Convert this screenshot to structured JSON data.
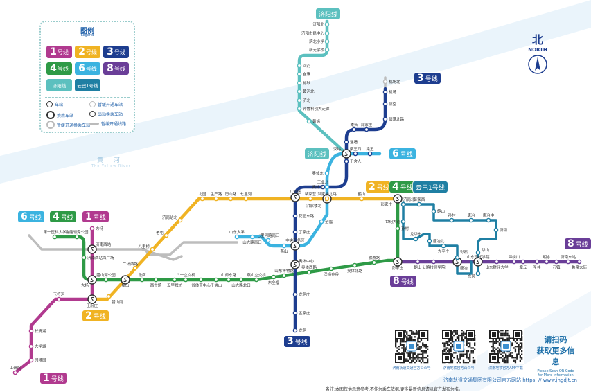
{
  "colors": {
    "line1": "#b13a8f",
    "line2": "#f0b323",
    "line3": "#1d3d8f",
    "line4": "#2e9a46",
    "line6": "#3bb3e0",
    "line8": "#6a3e98",
    "jiyang": "#5cc0bf",
    "yunba": "#1f7fa3",
    "future": "#bdbdbd",
    "river": "#eaf4fb"
  },
  "legend": {
    "title": "图例",
    "subtitle": "Legend",
    "lines": [
      {
        "num": "1",
        "label": "号线",
        "color": "#b13a8f"
      },
      {
        "num": "2",
        "label": "号线",
        "color": "#f0b323"
      },
      {
        "num": "3",
        "label": "号线",
        "color": "#1d3d8f"
      },
      {
        "num": "4",
        "label": "号线",
        "color": "#2e9a46"
      },
      {
        "num": "6",
        "label": "号线",
        "color": "#3bb3e0"
      },
      {
        "num": "8",
        "label": "号线",
        "color": "#6a3e98"
      },
      {
        "num": "",
        "label": "济阳线",
        "color": "#5cc0bf"
      },
      {
        "num": "",
        "label": "云巴1号线",
        "color": "#1f7fa3"
      }
    ],
    "symbols": [
      {
        "label": "车站",
        "icon": "station-icon"
      },
      {
        "label": "暂缓开通车站",
        "icon": "suspended-station-icon"
      },
      {
        "label": "换乘车站",
        "icon": "transfer-station-icon"
      },
      {
        "label": "出站换乘车站",
        "icon": "out-of-station-transfer-icon"
      },
      {
        "label": "暂缓开通换乘车站",
        "icon": "suspended-transfer-icon"
      },
      {
        "label": "暂缓开通线路",
        "icon": "suspended-line-icon"
      }
    ]
  },
  "north": {
    "label": "北",
    "sub": "NORTH"
  },
  "river": {
    "name": "黄  河",
    "en": "The Yellow River"
  },
  "badges": {
    "jiyang": "济阳线",
    "line3": "号线",
    "line6": "号线",
    "line2": "号线",
    "line4": "号线",
    "yunba": "云巴1号线",
    "line1": "号线",
    "line8": "号线",
    "n1": "1",
    "n2": "2",
    "n3": "3",
    "n4": "4",
    "n6": "6",
    "n8": "8"
  },
  "stations": {
    "jiyang": [
      "济阳北",
      "济阳市民中心",
      "济北小学",
      "新元学校",
      "回河",
      "崔寨",
      "孙耿",
      "黄河北",
      "济北",
      "齐鲁科创大走廊",
      "黄岗"
    ],
    "line3": [
      "机场北",
      "机场",
      "临空",
      "临港北路",
      "滩头",
      "郭家庄",
      "遥墙",
      "梁王西",
      "梁王",
      "王舍人",
      "工业北",
      "八涧堡",
      "花园东路",
      "丁家庄",
      "奥体中心",
      "龙洞庄",
      "孟家庄",
      "龙洞"
    ],
    "line6": [
      "汉峪",
      "奥体东",
      "奥体北",
      "洪家楼北",
      "全福",
      "中央商务区",
      "燕山",
      "七里河路南口",
      "山大路南口",
      "山东大学"
    ],
    "line2": [
      "腊山南",
      "二环西路",
      "八里桥",
      "老屯",
      "济南站北",
      "北园",
      "生产路",
      "历山路",
      "七里河",
      "裴家营",
      "洪家楼北路",
      "鹤山",
      "彭家庄"
    ],
    "line4": [
      "第一医科大学",
      "鲁能领秀公园",
      "济南西站西广场",
      "腊山河公园",
      "腊山",
      "段店",
      "西市场",
      "五里牌坊",
      "八一立交桥",
      "省体育中心",
      "千佛山",
      "山师东路",
      "山大路北口",
      "燕山立交桥",
      "东全福",
      "山东博物馆",
      "奥体西路",
      "汉峪金谷",
      "奥体北路",
      "旅游路",
      "孙村"
    ],
    "line1": [
      "工研院",
      "园博园",
      "大学城",
      "长清湖",
      "玉符河",
      "王府庄",
      "大杨",
      "济南西站",
      "方特"
    ],
    "line8": [
      "彭家庄",
      "鲍山",
      "公路技师学院",
      "唐冶",
      "山东现代学院",
      "山东财经大学",
      "锦绣川",
      "章丘",
      "圣井",
      "明水",
      "刁镇",
      "济南东站",
      "鲁泉大街"
    ],
    "yunba": [
      "济南北",
      "彭家西",
      "鲍山",
      "孙村",
      "唐冶",
      "唐冶中",
      "济钢",
      "华山",
      "东风",
      "世纪大道",
      "龙华东",
      "唐冶北",
      "大辛庄",
      "彩石"
    ]
  },
  "qr": [
    {
      "caption": "济南轨道交通官方公众号",
      "icon": "qr-code-icon"
    },
    {
      "caption": "济南地铁官方公众号",
      "icon": "qr-code-icon"
    },
    {
      "caption": "济南地铁官方APP下载",
      "icon": "qr-code-icon"
    }
  ],
  "scan": {
    "title1": "请扫码",
    "title2": "获取更多信息",
    "en": "Please Scan QR Code for More Information"
  },
  "footer": {
    "site": "济南轨道交通集团有限公司官方网站 https: // www.jngdjt.cn",
    "note": "备注:本图仅供示意参考,不作为乘车依据,更多最新信息请以官方发布为准。"
  }
}
